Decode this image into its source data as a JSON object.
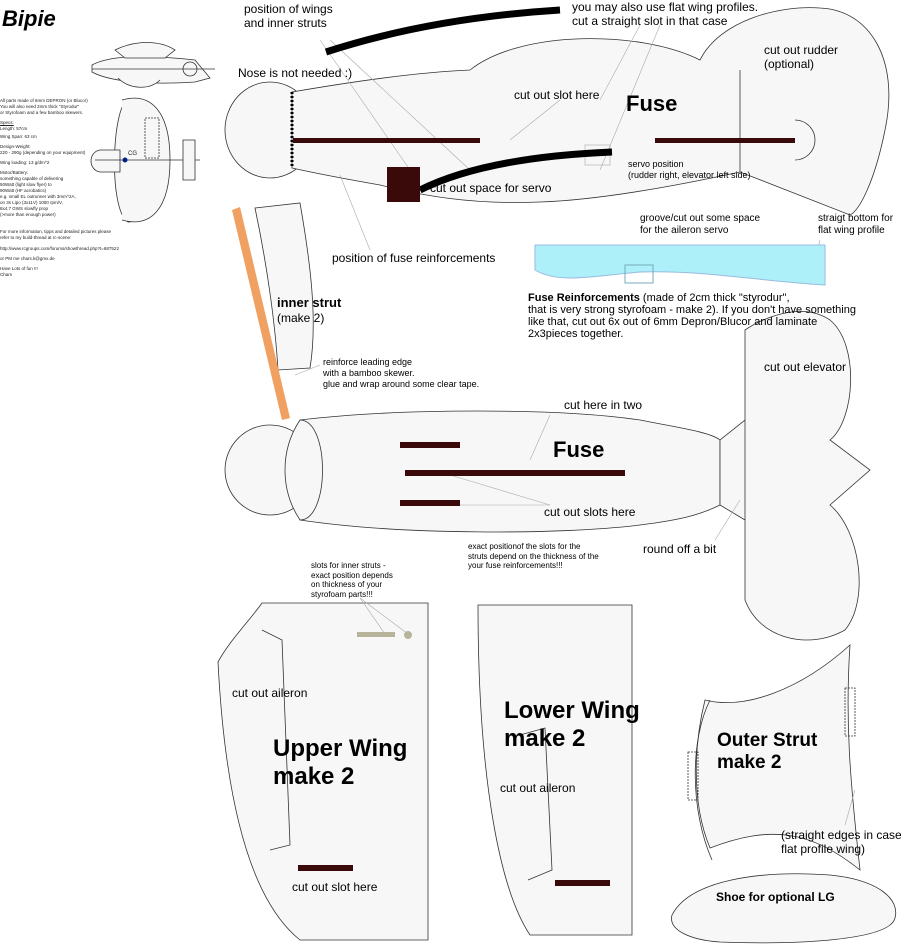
{
  "title": "Bipie",
  "info": {
    "intro": [
      "All parts made of 6mm DEPRON (or Blucor)",
      "You will also need 2mm thick \"Styrodur\"",
      "or Styrofoam and a few bamboo skewers."
    ],
    "specs_heading": "Specs:",
    "specs": [
      "Length: 57cm",
      "Wing Span: 63 cm",
      "Design-Weight:",
      "220 - 290g (depending on your equipment)",
      "Wing loading: 13 g/dm^2",
      "Motor/Battery:",
      "something capable of delivering",
      "50Watt (light slow flyer) to",
      "90Watt (HF acrobatics)",
      "e.g. small EL outrunner with 3mm^2A,",
      "on 3s Lipo (3x11V) 1000 rpm/V,",
      "8x4.7 GWS slowfly prop",
      "(>more than enough power)"
    ],
    "more": [
      "For more information, tipps and detailed pictures please",
      "refer to my build-thread at rc-scene:",
      "http://www.rcgroups.com/forums/showthread.php?t=687522",
      "or PM me chars.k@gmx.de",
      "Have Lots of fun !!!",
      "Chars"
    ],
    "cg_label": "CG"
  },
  "labels": {
    "wings_position": [
      "position of wings",
      "and inner struts"
    ],
    "flat_profiles": [
      "you may also use flat wing profiles.",
      "cut a straight slot in that case"
    ],
    "nose": "Nose is not needed :)",
    "rudder": [
      "cut out rudder",
      "(optional)"
    ],
    "slot_here": "cut out slot here",
    "fuse_side": "Fuse",
    "servo_position": [
      "servo position",
      "(rudder right, elevator left side)"
    ],
    "servo_space": "cut out space for servo",
    "reinforcement_pos": "position of fuse reinforcements",
    "groove": [
      "groove/cut out some space",
      "for the aileron servo"
    ],
    "straight_bottom": [
      "straigt bottom for",
      "flat wing profile"
    ],
    "reinforcements_title": "Fuse Reinforcements",
    "reinforcements_text": [
      " (made of 2cm thick \"styrodur\",",
      "that is very strong styrofoam - make 2). If you don't have something",
      "like that, cut out 6x out of 6mm Depron/Blucor and laminate",
      "2x3pieces together."
    ],
    "inner_strut": "inner strut",
    "inner_strut_count": "(make 2)",
    "reinforce_edge": [
      "reinforce leading edge",
      "with a bamboo skewer.",
      "glue and wrap around some clear tape."
    ],
    "cut_elevator": "cut out elevator",
    "cut_two": "cut here in two",
    "fuse_top": "Fuse",
    "slots_here": "cut out slots here",
    "slot_note": [
      "exact positionof the slots for the",
      "struts depend on the thickness of the",
      "your fuse reinforcements!!!"
    ],
    "round_off": "round off a bit",
    "inner_slots": [
      "slots for inner struts -",
      "exact position depends",
      "on thickness of your",
      "styrofoam parts!!!"
    ],
    "upper_aileron": "cut out aileron",
    "upper_wing": [
      "Upper Wing",
      "make 2"
    ],
    "upper_slot": "cut out slot here",
    "lower_wing": [
      "Lower Wing",
      "make 2"
    ],
    "lower_aileron": "cut out aileron",
    "outer_strut": [
      "Outer Strut",
      "make 2"
    ],
    "straight_edges": [
      "(straight edges in case of",
      " flat profile wing)"
    ],
    "shoe": "Shoe for optional LG"
  },
  "colors": {
    "slot": "#3a0a0a",
    "reinforcement": "#aef0fa",
    "strut_edge": "#f0a060",
    "part_fill": "#f7f7f7"
  }
}
